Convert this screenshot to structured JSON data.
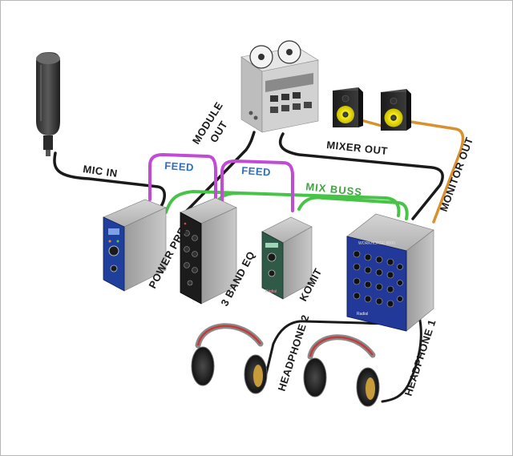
{
  "colors": {
    "feed_cable": "#c24bd6",
    "mix_buss_cable": "#47c447",
    "monitor_cable": "#d9912f",
    "black_cable": "#1a1a1a",
    "module_blue": "#1f3f9c",
    "module_black": "#1c1c1c",
    "module_green": "#2f5a47",
    "workhorse_blue": "#23399a",
    "speaker_cone": "#f2e600"
  },
  "labels": {
    "mic_in": "MIC IN",
    "feed_1": "FEED",
    "feed_2": "FEED",
    "module_out_line1": "MODULE",
    "module_out_line2": "OUT",
    "mixer_out": "MIXER OUT",
    "mix_buss": "MIX BUSS",
    "monitor_out": "MONITOR OUT",
    "power_pre": "POWER PRE",
    "band_eq": "3 BAND EQ",
    "komit": "KOMIT",
    "headphone_2": "HEADPHONE 2",
    "headphone_1": "HEADPHONE 1"
  },
  "devices": {
    "workhorse_badge": "WORKHORSE 8000",
    "brand": "Radial"
  },
  "icons": [
    "microphone-icon",
    "tape-recorder-icon",
    "speaker-icon",
    "headphones-icon"
  ]
}
